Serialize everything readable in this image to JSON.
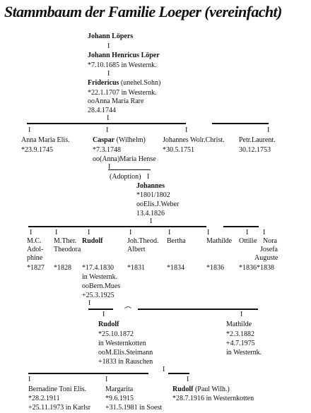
{
  "title": "Stammbaum der Familie Loeper (vereinfacht)",
  "generation1": {
    "johann_loepers": "Johann Löpers",
    "johann_henricus": "Johann Henricus Löper",
    "johann_henricus_birth": "*7.10.1685 in Westernk.",
    "fridericus": "Fridericus",
    "fridericus_note": "(unehel.Sohn)",
    "fridericus_birth": "*22.1.1707 in Westernk.",
    "fridericus_marriage": "ooAnna Maria Rare",
    "fridericus_marriage_date": "28.4.1744"
  },
  "generation2": {
    "anna": "Anna Maria Elis.",
    "anna_birth": "*23.9.1745",
    "caspar": "Caspar",
    "caspar_extra": "(Wilhelm)",
    "caspar_birth": "*7.3.1748",
    "caspar_marriage": "oo(Anna)Maria Hense",
    "johannes_wolr": "Johannes Wolr.Christ.",
    "johannes_wolr_birth": "*30.5.1751",
    "petr": "Petr.Laurent.",
    "petr_birth": "30.12.1753",
    "adoption": "(Adoption)"
  },
  "generation3": {
    "johannes": "Johannes",
    "johannes_birth": "*1801/1802",
    "johannes_marriage": "ooElis.J.Weber",
    "johannes_marriage_date": "13.4.1826"
  },
  "generation4": {
    "mc_line1": "M.C.",
    "mc_line2": "Adol-",
    "mc_line3": "phine",
    "mc_birth": "*1827",
    "mther_line1": "M.Ther.",
    "mther_line2": "Theodora",
    "mther_birth": "*1828",
    "rudolf": "Rudolf",
    "rudolf_birth": "*17.4.1830",
    "rudolf_place": "in Westernk.",
    "rudolf_marriage": "ooBern.Mues",
    "rudolf_death": "+25.3.1925",
    "joh_theod_line1": "Joh.Theod.",
    "joh_theod_line2": "Albert",
    "joh_theod_birth": "*1831",
    "bertha": "Bertha",
    "bertha_birth": "*1834",
    "mathilde": "Mathilde",
    "mathilde_birth": "*1836",
    "ottilie": "Ottilie",
    "ottilie_birth": "*1836",
    "nora_line1": "Nora",
    "nora_line2": "Josefa",
    "nora_line3": "Auguste",
    "nora_birth": "*1838"
  },
  "generation5": {
    "rudolf": "Rudolf",
    "rudolf_birth": "*25.10.1872",
    "rudolf_place": "in Westernkotten",
    "rudolf_marriage": "ooM.Elis.Steimann",
    "rudolf_death": "+1833 in Rauschen",
    "mathilde": "Mathilde",
    "mathilde_birth": "*2.3.1882",
    "mathilde_death": "+4.7.1975",
    "mathilde_place": "in Westernk."
  },
  "generation6": {
    "bernadine": "Bernadine Toni Elis.",
    "bernadine_birth": "*28.2.1911",
    "bernadine_death": "+25.11.1973 in Karlsr",
    "margarita": "Margarita",
    "margarita_birth": "*9.6.1915",
    "margarita_death": "+31.5.1981 in Soest",
    "rudolf": "Rudolf",
    "rudolf_extra": "(Paul Wilh.)",
    "rudolf_birth": "*28.7.1916 in Westernkotten"
  }
}
